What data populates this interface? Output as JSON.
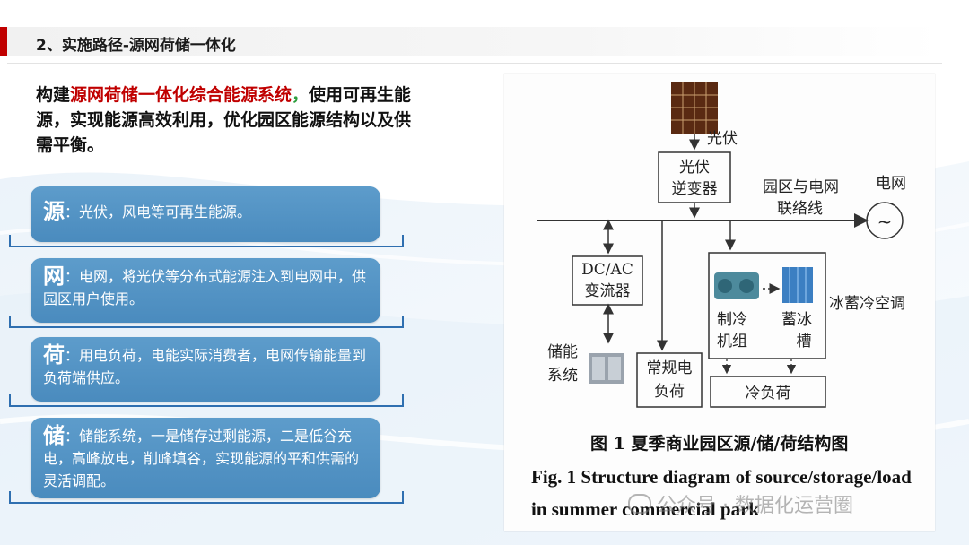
{
  "header": {
    "title": "2、实施路径-源网荷储一体化"
  },
  "intro": {
    "part1": "构建",
    "highlight": "源网荷储一体化综合能源系统",
    "comma": "，",
    "part2": "使用可再生能源，实现能源高效利用，优化园区能源结构以及供需平衡。"
  },
  "cards": [
    {
      "head": "源",
      "text": "：光伏，风电等可再生能源。"
    },
    {
      "head": "网",
      "text": "：电网，将光伏等分布式能源注入到电网中，供园区用户使用。"
    },
    {
      "head": "荷",
      "text": "：用电负荷，电能实际消费者，电网传输能量到负荷端供应。"
    },
    {
      "head": "储",
      "text": "：储能系统，一是储存过剩能源，二是低谷充电，高峰放电，削峰填谷，实现能源的平和供需的灵活调配。"
    }
  ],
  "diagram": {
    "pv_label": "光伏",
    "inverter_line1": "光伏",
    "inverter_line2": "逆变器",
    "tie_line1": "园区与电网",
    "tie_line2": "联络线",
    "grid_label": "电网",
    "grid_symbol": "~",
    "dcac_line1": "DC/AC",
    "dcac_line2": "变流器",
    "ice_storage": "冰蓄冷空调",
    "chiller_line1": "制冷",
    "chiller_line2": "机组",
    "icetank_line1": "蓄冰",
    "icetank_line2": "槽",
    "storage_line1": "储能",
    "storage_line2": "系统",
    "conv_load_line1": "常规电",
    "conv_load_line2": "负荷",
    "cold_load": "冷负荷",
    "caption_cn": "图 1   夏季商业园区源/储/荷结构图",
    "caption_en": "Fig. 1   Structure diagram of source/storage/load in summer commercial park"
  },
  "watermark": {
    "text": "公众号 · 数据化运营圈"
  }
}
